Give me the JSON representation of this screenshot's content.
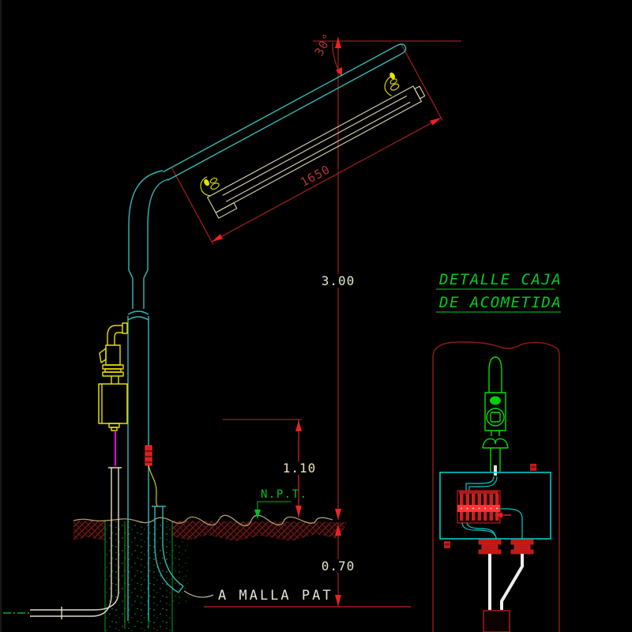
{
  "drawing": {
    "type": "CAD street-light pole elevation with service box detail",
    "background": "#000000"
  },
  "annotations": {
    "angle": "30°",
    "luminaire_length": "1650",
    "mount_height": "3.00",
    "box_height": "1.10",
    "foundation_depth": "0.70",
    "ground_level": "N.P.T.",
    "ground_mesh_leader": "A MALLA PAT"
  },
  "detail": {
    "title_line1": "DETALLE CAJA",
    "title_line2": "DE ACOMETIDA"
  },
  "colors": {
    "pole_cyan": "#35b8b8",
    "fixture_cream": "#ded6b2",
    "fitting_yellow": "#e8e000",
    "supply_cable_magenta": "#ff00ff",
    "dimension_dark_red": "#9b1c1c",
    "dimension_bright_red": "#cf2323",
    "arrow_red": "#ee2222",
    "dimension_text": "#eae4c4",
    "rotated_dim_text": "#b03434",
    "annotation_green": "#00c020",
    "ground_hatch_red": "#8a2020",
    "concrete_green": "#00a020",
    "detail_pole_red": "#8b1a1a",
    "detail_fitting_green": "#00e000",
    "service_box_cyan": "#00d8d8",
    "terminal_red": "#e02020",
    "cable_white": "#eeeeee"
  }
}
